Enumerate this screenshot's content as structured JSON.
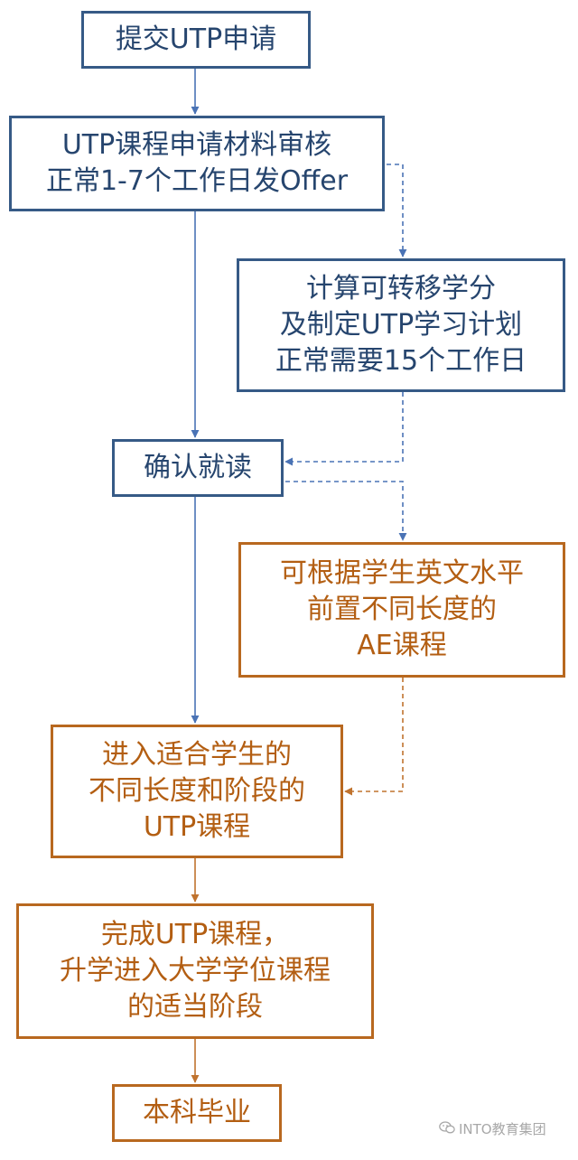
{
  "flowchart": {
    "nodes": [
      {
        "id": "submit-application",
        "color": "blue",
        "lines": [
          "提交UTP申请"
        ]
      },
      {
        "id": "review-materials",
        "color": "blue",
        "lines": [
          "UTP课程申请材料审核",
          "正常1-7个工作日发Offer"
        ]
      },
      {
        "id": "calc-credits",
        "color": "blue",
        "lines": [
          "计算可转移学分",
          "及制定UTP学习计划",
          "正常需要15个工作日"
        ]
      },
      {
        "id": "confirm-enrollment",
        "color": "blue",
        "lines": [
          "确认就读"
        ]
      },
      {
        "id": "ae-course",
        "color": "orange",
        "lines": [
          "可根据学生英文水平",
          "前置不同长度的",
          "AE课程"
        ]
      },
      {
        "id": "enter-utp",
        "color": "orange",
        "lines": [
          "进入适合学生的",
          "不同长度和阶段的",
          "UTP课程"
        ]
      },
      {
        "id": "complete-utp",
        "color": "orange",
        "lines": [
          "完成UTP课程，",
          "升学进入大学学位课程",
          "的适当阶段"
        ]
      },
      {
        "id": "graduate",
        "color": "orange",
        "lines": [
          "本科毕业"
        ]
      }
    ],
    "edges": [
      {
        "from": "submit-application",
        "to": "review-materials",
        "style": "solid"
      },
      {
        "from": "review-materials",
        "to": "calc-credits",
        "style": "dashed"
      },
      {
        "from": "review-materials",
        "to": "confirm-enrollment",
        "style": "solid"
      },
      {
        "from": "calc-credits",
        "to": "confirm-enrollment",
        "style": "dashed"
      },
      {
        "from": "confirm-enrollment",
        "to": "ae-course",
        "style": "dashed"
      },
      {
        "from": "confirm-enrollment",
        "to": "enter-utp",
        "style": "solid"
      },
      {
        "from": "ae-course",
        "to": "enter-utp",
        "style": "dashed"
      },
      {
        "from": "enter-utp",
        "to": "complete-utp",
        "style": "solid"
      },
      {
        "from": "complete-utp",
        "to": "graduate",
        "style": "solid"
      }
    ],
    "colors": {
      "blue_border": "#365a86",
      "blue_text": "#26456e",
      "blue_arrow": "#4a73b5",
      "orange_border": "#b8681f",
      "orange_text": "#b35e12",
      "orange_arrow": "#c0732e"
    }
  },
  "watermark": {
    "icon": "wechat-icon",
    "text": "INTO教育集团"
  }
}
